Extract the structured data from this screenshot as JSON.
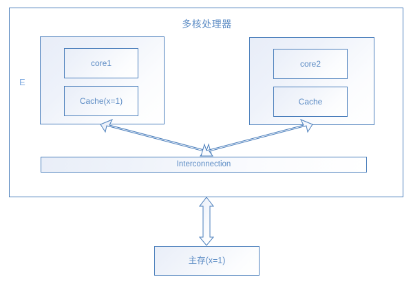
{
  "diagram": {
    "title": "多核处理器",
    "side_label": "E",
    "processor": {
      "cpus": [
        {
          "core_label": "core1",
          "cache_label": "Cache(x=1)"
        },
        {
          "core_label": "core2",
          "cache_label": "Cache"
        }
      ],
      "interconnection_label": "Interconnection"
    },
    "main_memory_label": "主存(x=1)",
    "colors": {
      "border": "#4a7ebb",
      "text": "#5b8bc4",
      "title_text": "#5b8bc4",
      "side_label_text": "#7faae0",
      "box_fill_start": "#e8edf8",
      "box_fill_end": "#ffffff",
      "background": "#ffffff"
    },
    "connectors": [
      {
        "name": "cache1-to-interconnection",
        "style": "double-headed-block-arrow",
        "from": "cpu-left",
        "to": "interconnection"
      },
      {
        "name": "cache2-to-interconnection",
        "style": "double-headed-block-arrow",
        "from": "cpu-right",
        "to": "interconnection"
      },
      {
        "name": "processor-to-main-memory",
        "style": "double-headed-block-arrow",
        "from": "processor-container",
        "to": "main-memory"
      }
    ]
  }
}
